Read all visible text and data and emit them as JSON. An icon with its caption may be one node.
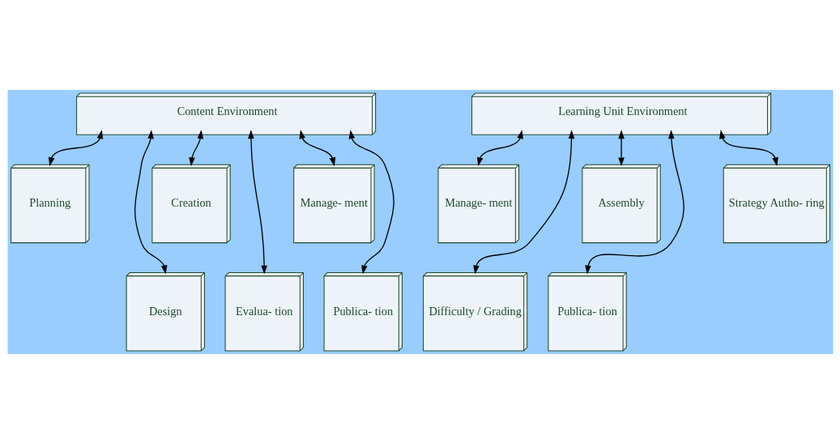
{
  "diagram": {
    "nodes": [
      {
        "text": [
          "Content Environment"
        ]
      },
      {
        "text": [
          "Learning Unit Environment"
        ]
      },
      {
        "text": [
          "Planning"
        ]
      },
      {
        "text": [
          "Creation"
        ]
      },
      {
        "text": [
          "Manage- ment"
        ]
      },
      {
        "text": [
          "Manage- ment"
        ]
      },
      {
        "text": [
          "Assembly"
        ]
      },
      {
        "text": [
          "Strategy Autho- ring"
        ]
      },
      {
        "text": [
          "Design"
        ]
      },
      {
        "text": [
          "Evalua- tion"
        ]
      },
      {
        "text": [
          "Publica- tion"
        ]
      },
      {
        "text": [
          "Difficulty / Grading"
        ]
      },
      {
        "text": [
          "Publica- tion"
        ]
      }
    ],
    "edges": [
      {
        "from": 0,
        "to": 2,
        "arrow": "both"
      },
      {
        "from": 0,
        "to": 8,
        "arrow": "both"
      },
      {
        "from": 0,
        "to": 3,
        "arrow": "both"
      },
      {
        "from": 0,
        "to": 9,
        "arrow": "both"
      },
      {
        "from": 0,
        "to": 4,
        "arrow": "both"
      },
      {
        "from": 0,
        "to": 10,
        "arrow": "both"
      },
      {
        "from": 1,
        "to": 5,
        "arrow": "both"
      },
      {
        "from": 1,
        "to": 11,
        "arrow": "both"
      },
      {
        "from": 1,
        "to": 6,
        "arrow": "both"
      },
      {
        "from": 1,
        "to": 12,
        "arrow": "both"
      },
      {
        "from": 1,
        "to": 7,
        "arrow": "both"
      }
    ]
  }
}
